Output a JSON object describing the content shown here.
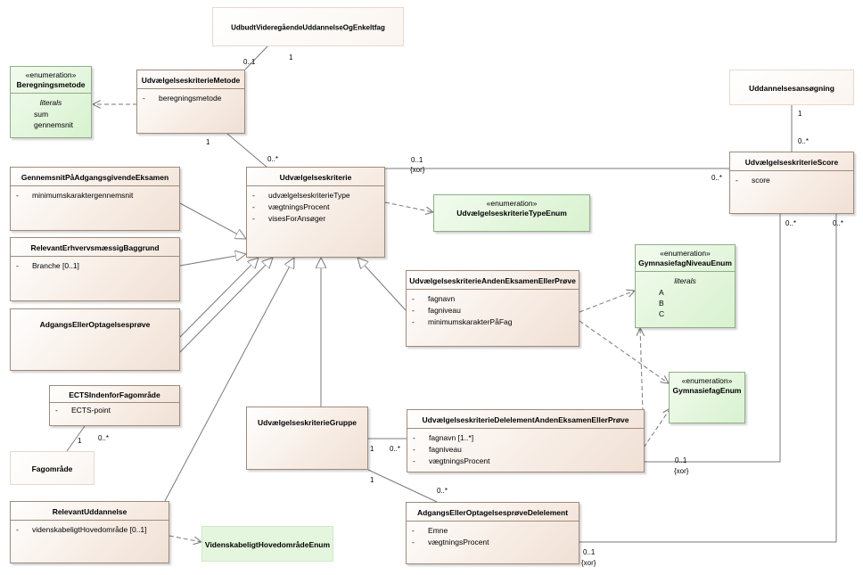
{
  "classes": {
    "udbudt": {
      "name": "UdbudtVideregåendeUddannelseOgEnkeltfag"
    },
    "beregningsmetode": {
      "stereotype": "«enumeration»",
      "name": "Beregningsmetode",
      "literals_label": "literals",
      "literals": [
        "sum",
        "gennemsnit"
      ]
    },
    "metode": {
      "name": "UdvælgelseskriterieMetode",
      "attr_vis": "-",
      "attrs": [
        "beregningsmetode"
      ]
    },
    "ansoegning": {
      "name": "Uddannelsesansøgning"
    },
    "score": {
      "name": "UdvælgelseskriterieScore",
      "attr_vis": "-",
      "attrs": [
        "score"
      ]
    },
    "gennemsnit": {
      "name": "GennemsnitPåAdgangsgivendeEksamen",
      "attr_vis": "-",
      "attrs": [
        "minimumskaraktergennemsnit"
      ]
    },
    "kriterie": {
      "name": "Udvælgelseskriterie",
      "attr_vis": "-",
      "attrs": [
        "udvælgelseskriterieType",
        "vægtningsProcent",
        "visesForAnsøger"
      ]
    },
    "typeEnum": {
      "stereotype": "«enumeration»",
      "name": "UdvælgelseskriterieTypeEnum"
    },
    "erhverv": {
      "name": "RelevantErhvervsmæssigBaggrund",
      "attr_vis": "-",
      "attrs": [
        "Branche [0..1]"
      ]
    },
    "niveauEnum": {
      "stereotype": "«enumeration»",
      "name": "GymnasiefagNiveauEnum",
      "literals_label": "literals",
      "literals": [
        "A",
        "B",
        "C"
      ]
    },
    "andenEksamen": {
      "name": "UdvælgelseskriterieAndenEksamenEllerPrøve",
      "attr_vis": "-",
      "attrs": [
        "fagnavn",
        "fagniveau",
        "minimumskarakterPåFag"
      ]
    },
    "adgangsprove": {
      "name": "AdgangsEllerOptagelsesprøve"
    },
    "gymnasiefagEnum": {
      "stereotype": "«enumeration»",
      "name": "GymnasiefagEnum"
    },
    "ects": {
      "name": "ECTSIndenforFagområde",
      "attr_vis": "-",
      "attrs": [
        "ECTS-point"
      ]
    },
    "gruppe": {
      "name": "UdvælgelseskriterieGruppe"
    },
    "delelementAnden": {
      "name": "UdvælgelseskriterieDelelementAndenEksamenEllerPrøve",
      "attr_vis": "-",
      "attrs": [
        "fagnavn [1..*]",
        "fagniveau",
        "vægtningsProcent"
      ]
    },
    "fagomraade": {
      "name": "Fagområde"
    },
    "relevantUdd": {
      "name": "RelevantUddannelse",
      "attr_vis": "-",
      "attrs": [
        "videnskabeligtHovedområde [0..1]"
      ]
    },
    "hovedomraadeEnum": {
      "name": "VidenskabeligtHovedområdeEnum"
    },
    "adgangsproveDel": {
      "name": "AdgangsEllerOptagelsesprøveDelelement",
      "attr_vis": "-",
      "attrs": [
        "Emne",
        "vægtningsProcent"
      ]
    }
  },
  "multiplicities": {
    "udbudt_metode_a": "0..1",
    "udbudt_metode_b": "1",
    "metode_kriterie_a": "1",
    "metode_kriterie_b": "0..*",
    "ansoeg_score_a": "1",
    "ansoeg_score_b": "0..*",
    "kriterie_score_a": "0..1",
    "kriterie_score_xor": "{xor}",
    "kriterie_score_b": "0..*",
    "score_down_a": "0..*",
    "score_down_b": "0..*",
    "ects_fag_a": "1",
    "ects_fag_b": "0..*",
    "gruppe_del_a": "1",
    "gruppe_del_b": "0..*",
    "gruppe_adg_a": "1",
    "gruppe_adg_b": "0..*",
    "del_score_a": "0..1",
    "del_score_xor": "{xor}",
    "adg_score_a": "0..1",
    "adg_score_xor": "{xor}"
  }
}
